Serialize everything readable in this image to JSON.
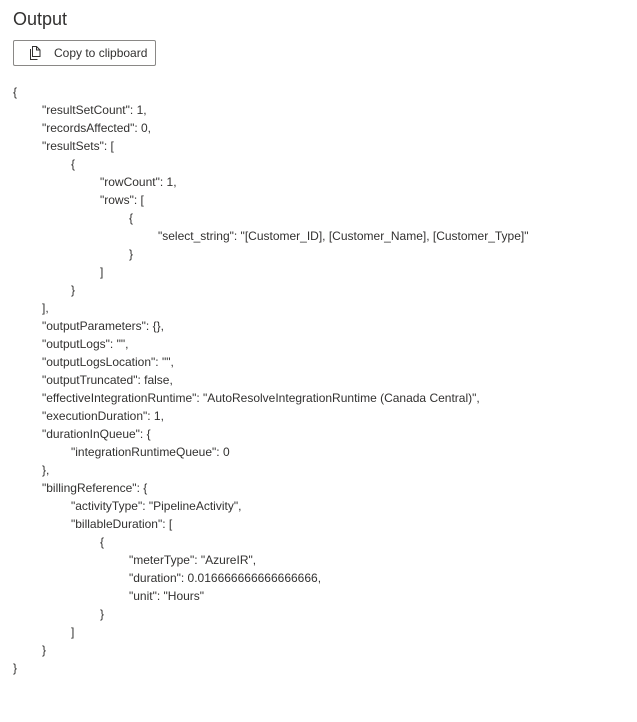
{
  "header": {
    "title": "Output"
  },
  "toolbar": {
    "copy_label": "Copy to clipboard",
    "copy_icon": "copy-icon"
  },
  "output": {
    "lines": [
      {
        "indent": 0,
        "text": "{"
      },
      {
        "indent": 1,
        "text": "\"resultSetCount\": 1,"
      },
      {
        "indent": 1,
        "text": "\"recordsAffected\": 0,"
      },
      {
        "indent": 1,
        "text": "\"resultSets\": ["
      },
      {
        "indent": 2,
        "text": "{"
      },
      {
        "indent": 3,
        "text": "\"rowCount\": 1,"
      },
      {
        "indent": 3,
        "text": "\"rows\": ["
      },
      {
        "indent": 4,
        "text": "{"
      },
      {
        "indent": 5,
        "text": "\"select_string\": \"[Customer_ID], [Customer_Name], [Customer_Type]\""
      },
      {
        "indent": 4,
        "text": "}"
      },
      {
        "indent": 3,
        "text": "]"
      },
      {
        "indent": 2,
        "text": "}"
      },
      {
        "indent": 1,
        "text": "],"
      },
      {
        "indent": 1,
        "text": "\"outputParameters\": {},"
      },
      {
        "indent": 1,
        "text": "\"outputLogs\": \"\","
      },
      {
        "indent": 1,
        "text": "\"outputLogsLocation\": \"\","
      },
      {
        "indent": 1,
        "text": "\"outputTruncated\": false,"
      },
      {
        "indent": 1,
        "text": "\"effectiveIntegrationRuntime\": \"AutoResolveIntegrationRuntime (Canada Central)\","
      },
      {
        "indent": 1,
        "text": "\"executionDuration\": 1,"
      },
      {
        "indent": 1,
        "text": "\"durationInQueue\": {"
      },
      {
        "indent": 2,
        "text": "\"integrationRuntimeQueue\": 0"
      },
      {
        "indent": 1,
        "text": "},"
      },
      {
        "indent": 1,
        "text": "\"billingReference\": {"
      },
      {
        "indent": 2,
        "text": "\"activityType\": \"PipelineActivity\","
      },
      {
        "indent": 2,
        "text": "\"billableDuration\": ["
      },
      {
        "indent": 3,
        "text": "{"
      },
      {
        "indent": 4,
        "text": "\"meterType\": \"AzureIR\","
      },
      {
        "indent": 4,
        "text": "\"duration\": 0.016666666666666666,"
      },
      {
        "indent": 4,
        "text": "\"unit\": \"Hours\""
      },
      {
        "indent": 3,
        "text": "}"
      },
      {
        "indent": 2,
        "text": "]"
      },
      {
        "indent": 1,
        "text": "}"
      },
      {
        "indent": 0,
        "text": "}"
      }
    ]
  }
}
